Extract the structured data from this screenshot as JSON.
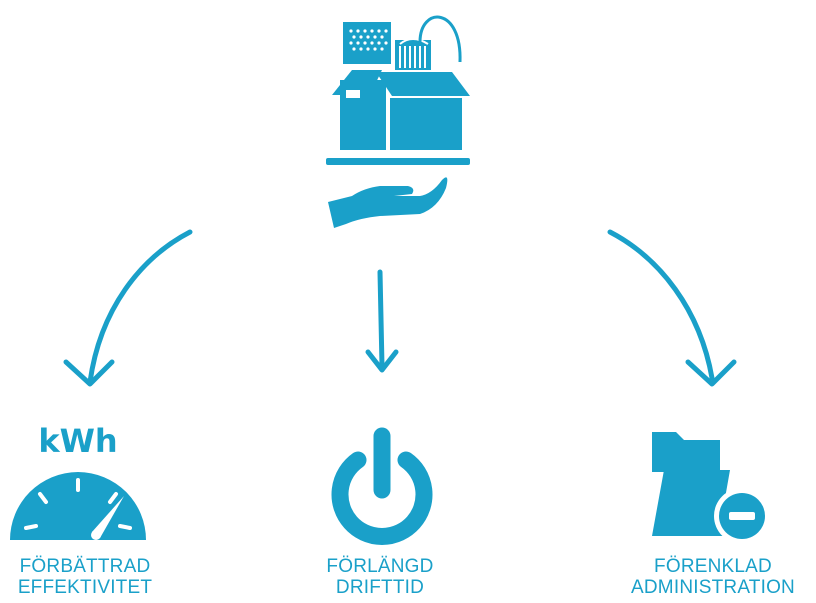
{
  "colors": {
    "primary": "#1aa0c9",
    "background": "#ffffff"
  },
  "top": {
    "icon": "hand-holding-box-icon"
  },
  "arrows": [
    "curved-arrow-left",
    "straight-arrow-down",
    "curved-arrow-right"
  ],
  "items": [
    {
      "icon": "kwh-gauge-icon",
      "icon_text": "kWh",
      "line1": "FÖRBÄTTRAD",
      "line2": "EFFEKTIVITET"
    },
    {
      "icon": "power-icon",
      "line1": "FÖRLÄNGD",
      "line2": "DRIFTTID"
    },
    {
      "icon": "folder-minus-icon",
      "line1": "FÖRENKLAD",
      "line2": "ADMINISTRATION"
    }
  ]
}
